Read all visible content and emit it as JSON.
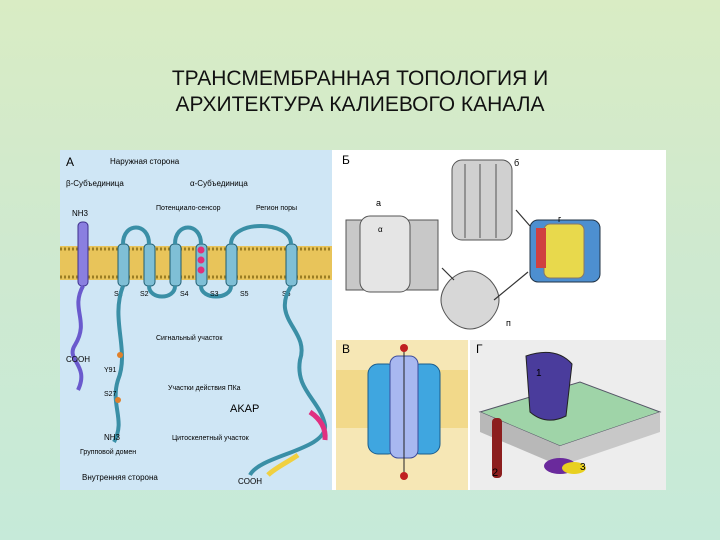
{
  "title": {
    "line1": "ТРАНСМЕМБРАННАЯ ТОПОЛОГИЯ И",
    "line2": "АРХИТЕКТУРА КАЛИЕВОГО КАНАЛА"
  },
  "panel_a": {
    "letter": "А",
    "outside": "Наружная сторона",
    "beta_subunit": "β-Субъединица",
    "alpha_subunit": "α-Субъединица",
    "voltage_sensor": "Потенциало-сенсор",
    "pore_region": "Регион поры",
    "nh3_top": "NH3",
    "cooh_left": "COOH",
    "signal_site": "Сигнальный участок",
    "y91": "Y91",
    "s27": "S27",
    "pka_sites": "Участки действия ПКа",
    "akap": "AKAP",
    "nh3_bottom": "NH3",
    "group_domain": "Групповой домен",
    "cytoskeleton_site": "Цитоскелетный участок",
    "inside": "Внутренняя сторона",
    "cooh_bottom": "COOH",
    "segments": [
      "S1",
      "S2",
      "S3",
      "S4",
      "S5",
      "S6"
    ]
  },
  "panel_b": {
    "letter": "Б",
    "a": "а",
    "b": "б",
    "g": "г",
    "p": "п",
    "alpha": "α"
  },
  "panel_v": {
    "letter": "В"
  },
  "panel_g": {
    "letter": "Г",
    "n1": "1",
    "n2": "2",
    "n3": "3"
  },
  "colors": {
    "membrane": "#e8c45a",
    "helix": "#7fbfd6",
    "beta_chain": "#6a5acd",
    "chain": "#3a8fa6",
    "panel_a_bg": "#cfe6f5",
    "panel_v_bg": "#f6e7b5"
  }
}
